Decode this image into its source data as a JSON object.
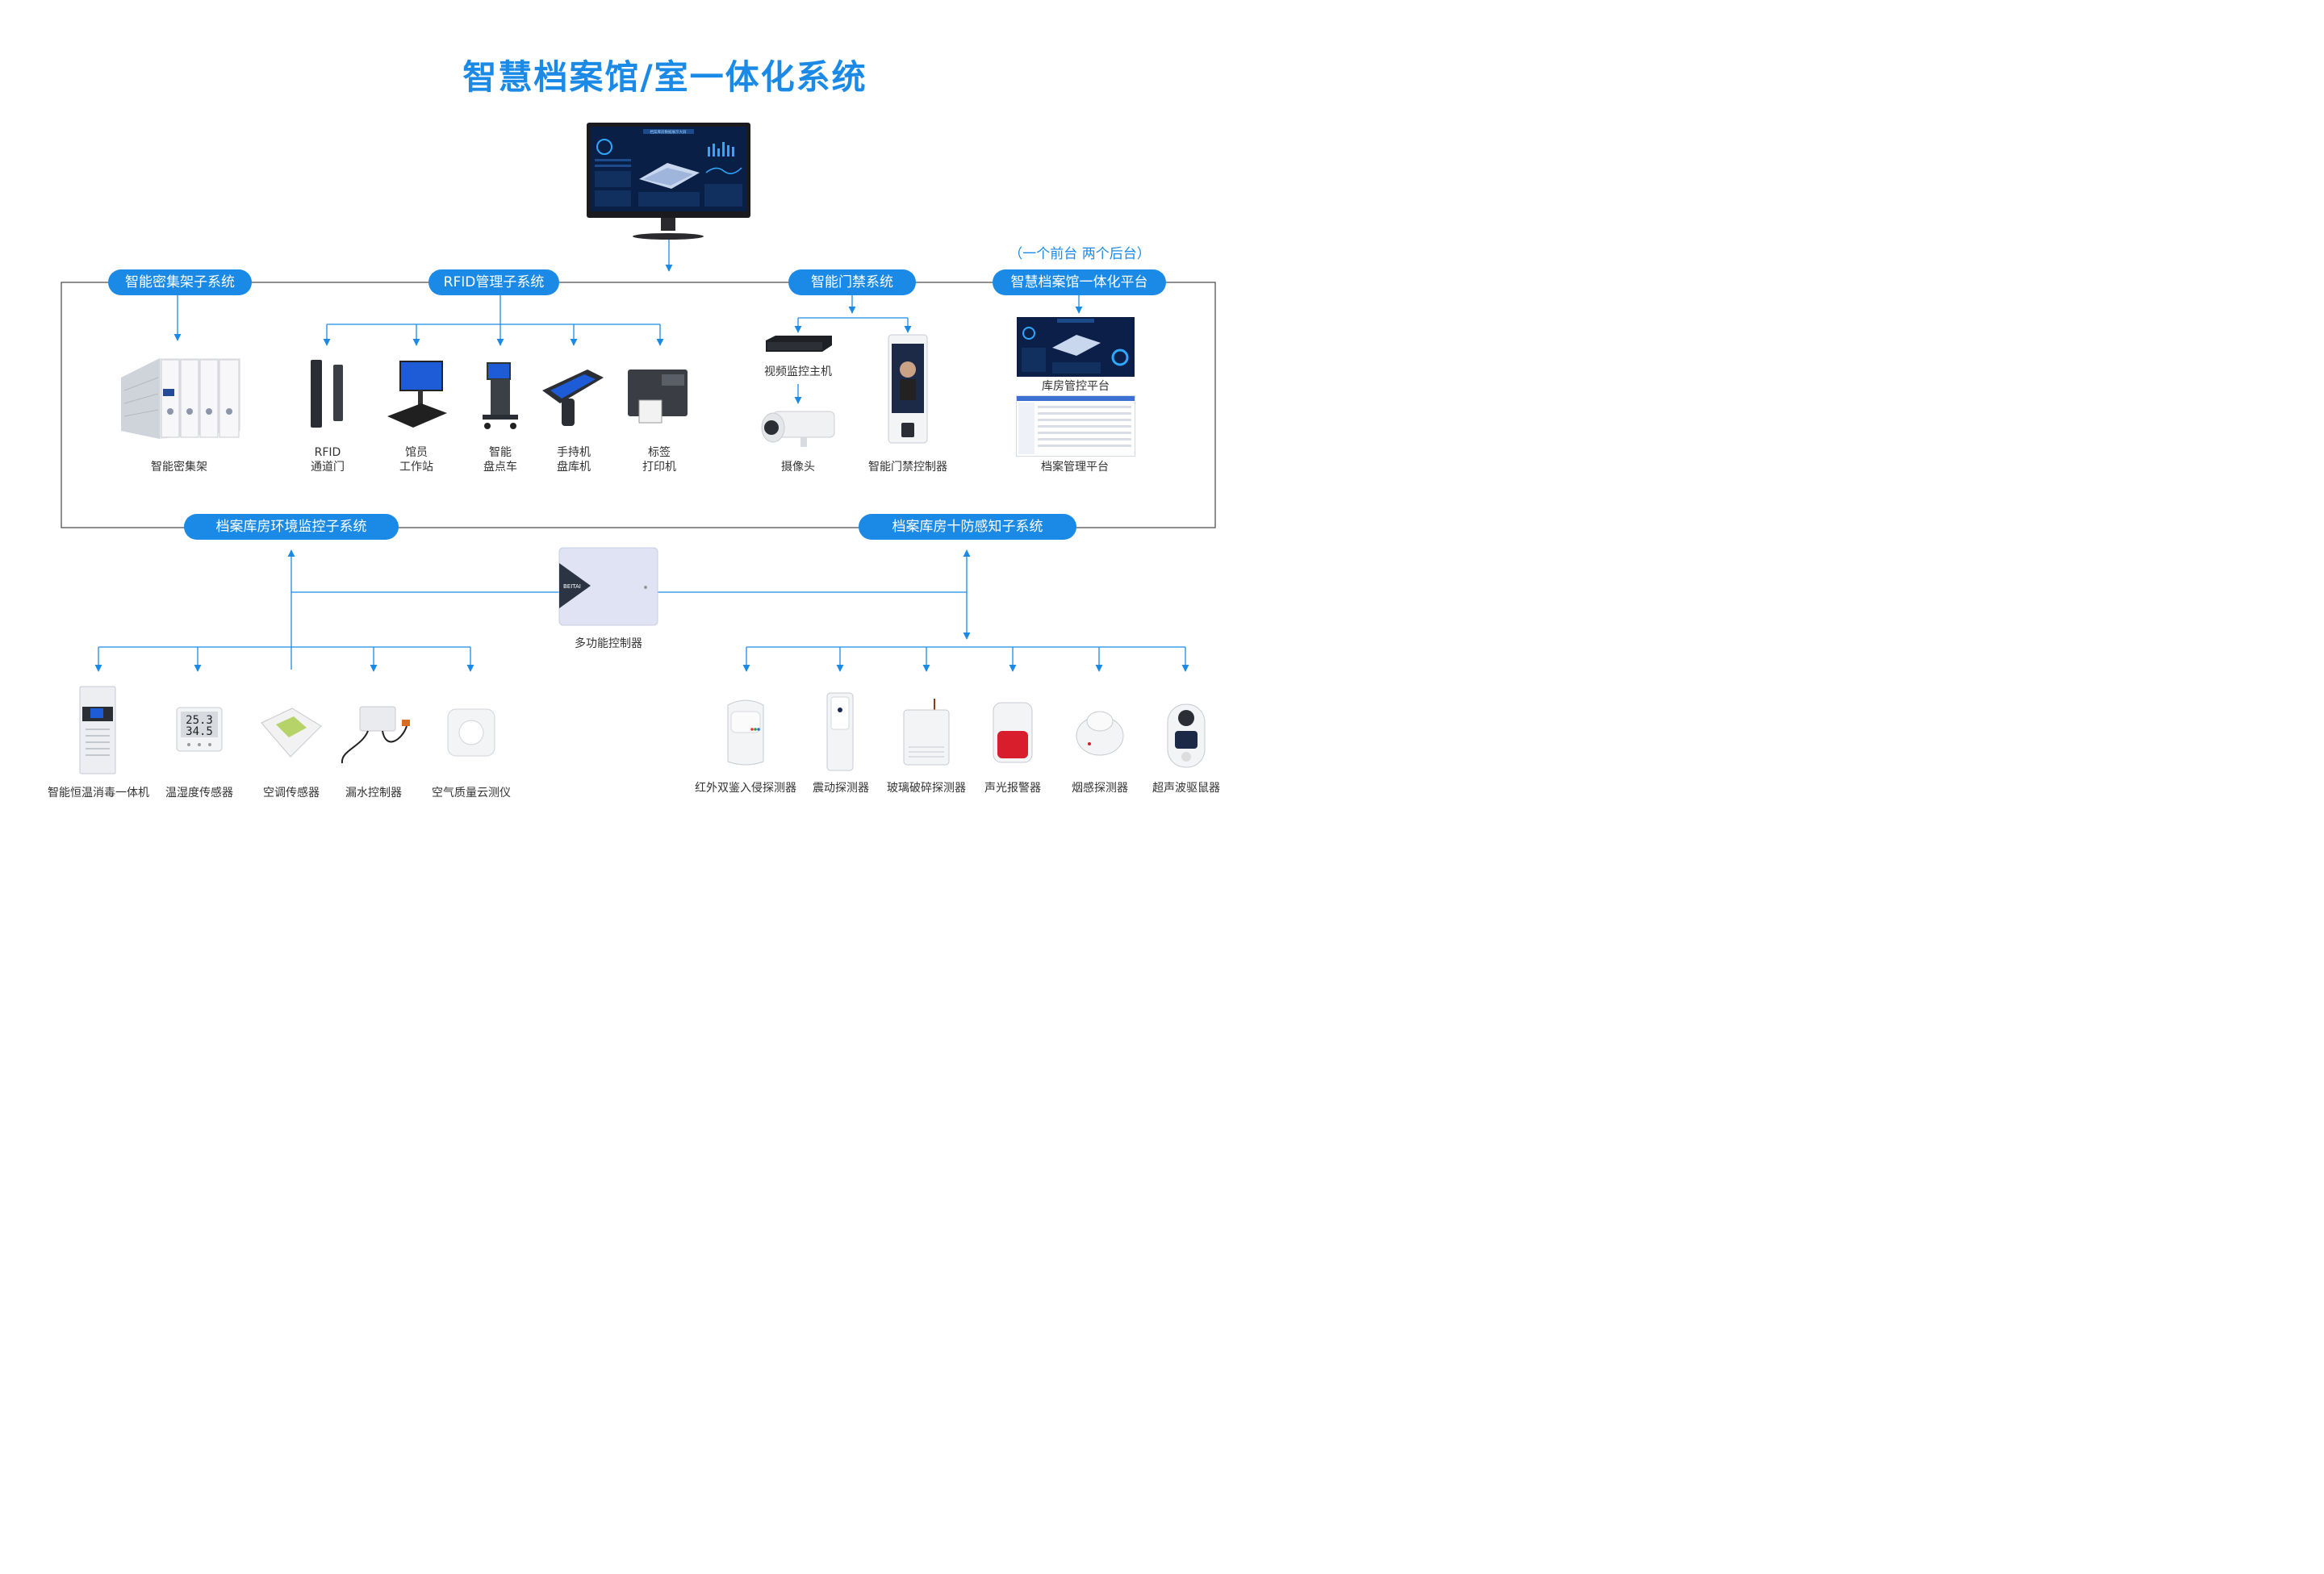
{
  "title": "智慧档案馆/室一体化系统",
  "colors": {
    "accent": "#1a8ae6",
    "frame": "#555555"
  },
  "subtitle_note": "（一个前台 两个后台）",
  "subsystems": {
    "dense_shelf": "智能密集架子系统",
    "rfid": "RFID管理子系统",
    "access": "智能门禁系统",
    "platform": "智慧档案馆一体化平台",
    "env": "档案库房环境监控子系统",
    "ten_defense": "档案库房十防感知子系统"
  },
  "devices": {
    "dense_shelf": "智能密集架",
    "rfid_gate": [
      "RFID",
      "通道门"
    ],
    "workstation": [
      "馆员",
      "工作站"
    ],
    "inventory_cart": [
      "智能",
      "盘点车"
    ],
    "handheld": [
      "手持机",
      "盘库机"
    ],
    "label_printer": [
      "标签",
      "打印机"
    ],
    "nvr": "视频监控主机",
    "camera": "摄像头",
    "door_controller": "智能门禁控制器",
    "warehouse_platform": "库房管控平台",
    "archive_platform": "档案管理平台",
    "multi_controller": "多功能控制器",
    "controller_brand": "BEITAI",
    "env_devices": [
      "智能恒温消毒一体机",
      "温湿度传感器",
      "空调传感器",
      "漏水控制器",
      "空气质量云测仪"
    ],
    "defense_devices": [
      "红外双鉴入侵探测器",
      "震动探测器",
      "玻璃破碎探测器",
      "声光报警器",
      "烟感探测器",
      "超声波驱鼠器"
    ],
    "sensor_display": [
      "25.3",
      "34.5"
    ]
  },
  "screen": {
    "title": "档案库房数据展示大屏",
    "platform_title": "智慧档案一体化管控平台"
  }
}
